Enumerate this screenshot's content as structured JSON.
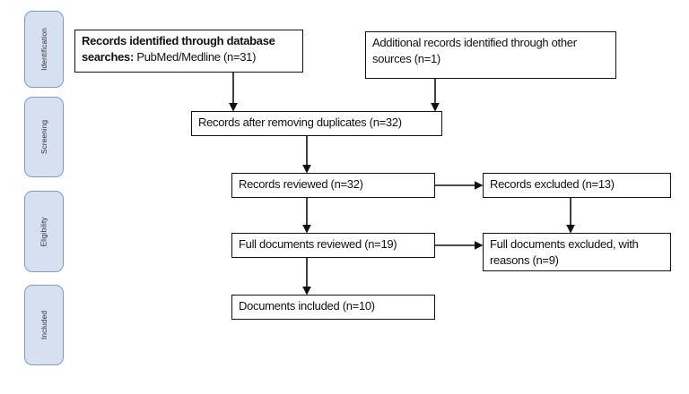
{
  "stages": [
    "Identification",
    "Screening",
    "Eligibility",
    "Included"
  ],
  "boxes": {
    "database_bold": "Records identified through database searches:",
    "database_rest": " PubMed/Medline (n=31)",
    "other_sources": "Additional records identified through other sources (n=1)",
    "after_duplicates": "Records after removing duplicates (n=32)",
    "records_reviewed": "Records reviewed (n=32)",
    "records_excluded": "Records excluded (n=13)",
    "full_reviewed": "Full documents reviewed (n=19)",
    "full_excluded": "Full documents excluded, with reasons (n=9)",
    "included": "Documents included (n=10)"
  },
  "colors": {
    "stage_fill": "#d6e0f0",
    "stage_border": "#7f9cc8"
  }
}
